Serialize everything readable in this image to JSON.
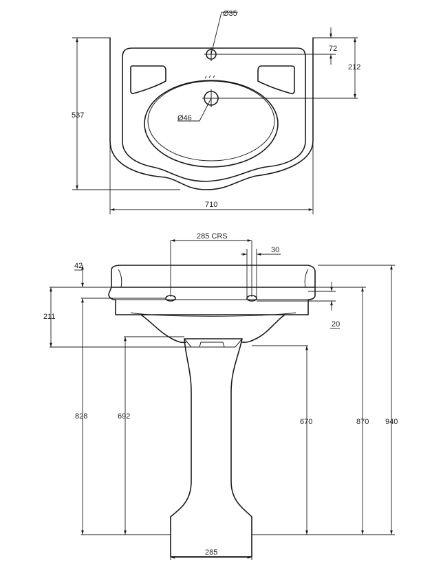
{
  "top_view": {
    "tap_hole_diameter": "Ø35",
    "waste_hole_diameter": "Ø46",
    "depth_tap_hole": "72",
    "depth_waste_hole": "212",
    "overall_depth": "537",
    "overall_width": "710"
  },
  "front_view": {
    "tap_centres": "285 CRS",
    "tap_hole_width": "30",
    "rim_height": "42",
    "basin_depth": "211",
    "overflow_offset": "20",
    "height_to_tap_hole": "828",
    "height_to_pedestal_top": "692",
    "height_to_basin_underside": "670",
    "height_to_rim": "870",
    "overall_height": "940",
    "pedestal_base_width": "285"
  },
  "colors": {
    "line": "#1a1a1a",
    "background": "#ffffff"
  }
}
